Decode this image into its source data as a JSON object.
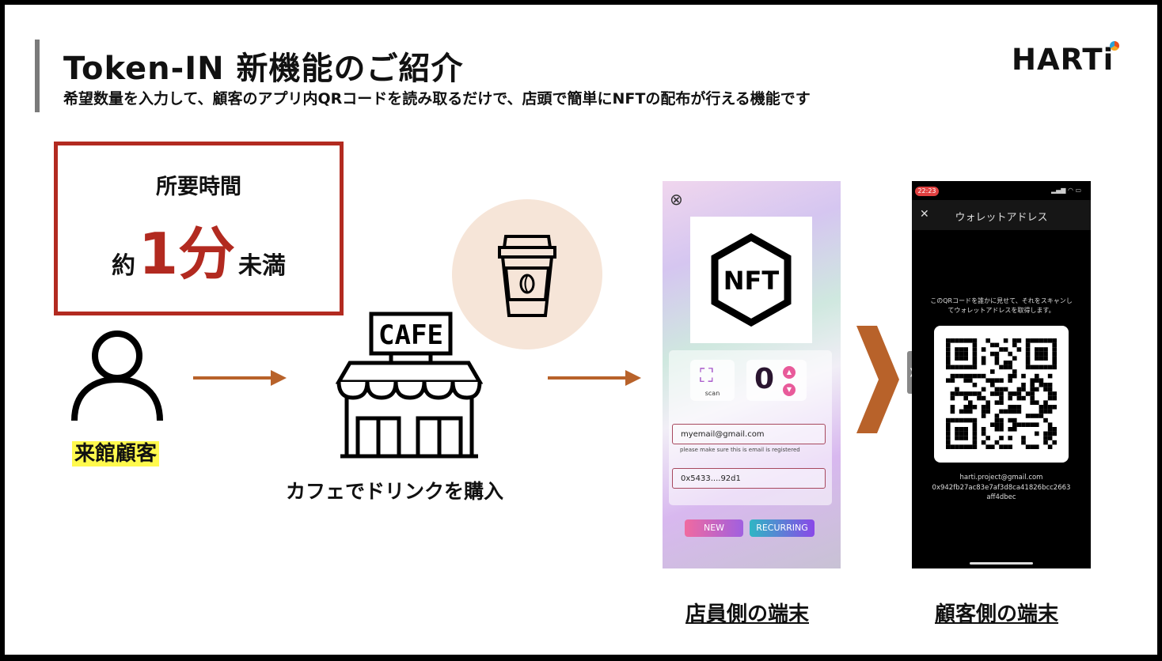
{
  "header": {
    "title": "Token-IN 新機能のご紹介",
    "subtitle": "希望数量を入力して、顧客のアプリ内QRコードを読み取るだけで、店頭で簡単にNFTの配布が行える機能です",
    "logo": "HARTi"
  },
  "time_box": {
    "label": "所要時間",
    "prefix": "約",
    "value": "1分",
    "suffix": "未満"
  },
  "flow": {
    "visitor_label": "来館顧客",
    "cafe_sign": "CAFE",
    "cafe_caption": "カフェでドリンクを購入"
  },
  "staff_device": {
    "nft_label": "NFT",
    "scan_label": "scan",
    "count": "0",
    "email_value": "myemail@gmail.com",
    "email_note": "please make sure this is email is registered",
    "address_value": "0x5433....92d1",
    "new_button": "NEW",
    "recurring_button": "RECURRING",
    "caption": "店員側の端末"
  },
  "customer_device": {
    "status_time": "22:23",
    "header_title": "ウォレットアドレス",
    "description": "このQRコードを誰かに見せて、それをスキャンしてウォレットアドレスを取得します。",
    "email": "harti.project@gmail.com",
    "address": "0x942fb27ac83e7af3d8ca41826bcc2663aff4dbec",
    "caption": "顧客側の端末"
  },
  "colors": {
    "accent_red": "#b22a20",
    "arrow_orange": "#b8622a",
    "highlight_yellow": "#fff94d"
  }
}
